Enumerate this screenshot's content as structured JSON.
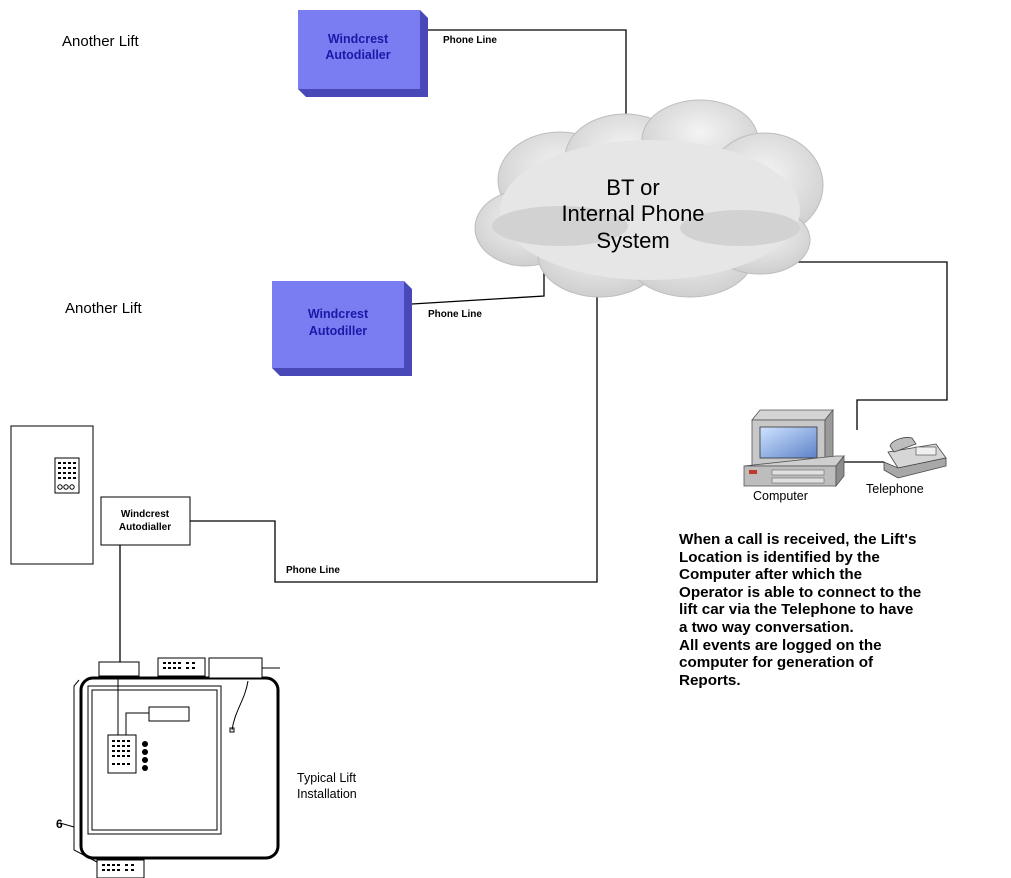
{
  "labels": {
    "another_lift_1": "Another Lift",
    "another_lift_2": "Another Lift",
    "autodialler_1_line1": "Windcrest",
    "autodialler_1_line2": "Autodialler",
    "autodialler_2_line1": "Windcrest",
    "autodialler_2_line2": "Autodiller",
    "autodialler_3_line1": "Windcrest",
    "autodialler_3_line2": "Autodialler",
    "phone_line_1": "Phone Line",
    "phone_line_2": "Phone Line",
    "phone_line_3": "Phone Line",
    "cloud_line1": "BT or",
    "cloud_line2": "Internal Phone",
    "cloud_line3": "System",
    "computer": "Computer",
    "telephone": "Telephone",
    "typical_line1": "Typical Lift",
    "typical_line2": "Installation",
    "number_6": "6"
  },
  "notes": [
    "When a call is received, the Lift's",
    "Location is identified by the",
    "Computer after which the",
    "Operator is able to connect to the",
    "lift car via the Telephone to have",
    "a two way conversation.",
    "All events are logged on the",
    "computer for generation of",
    "Reports."
  ],
  "colors": {
    "box_face": "#7a7cf2",
    "box_shade": "#4848b8",
    "box_label": "#1a1aa8",
    "cloud": "#dcdcdc"
  }
}
